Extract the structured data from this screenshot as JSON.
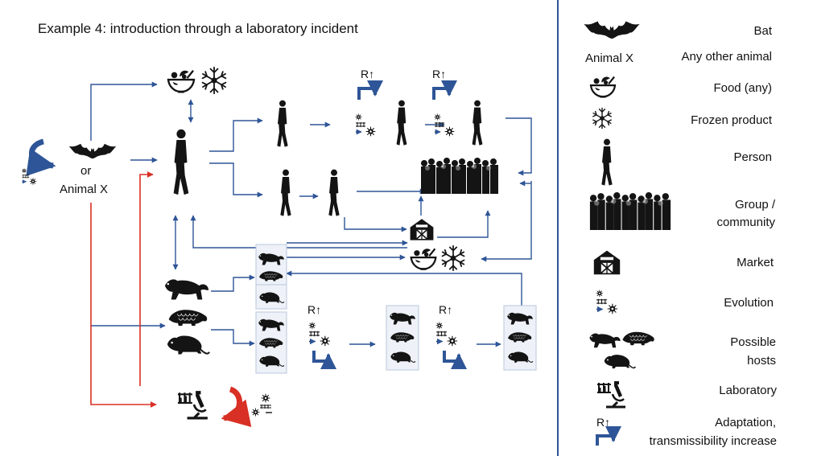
{
  "title": "Example 4: introduction through a laboratory incident",
  "source_labels": {
    "or": "or",
    "animal_x": "Animal X"
  },
  "adaptation_label": "R↑",
  "legend": {
    "bat": "Bat",
    "animal_x_caption": "Animal X",
    "any_other_animal": "Any other animal",
    "food": "Food (any)",
    "frozen": "Frozen product",
    "person": "Person",
    "group_line1": "Group /",
    "group_line2": "community",
    "market": "Market",
    "evolution": "Evolution",
    "hosts_line1": "Possible",
    "hosts_line2": "hosts",
    "laboratory": "Laboratory",
    "adapt_line1": "Adaptation,",
    "adapt_line2": "transmissibility increase"
  },
  "colors": {
    "arrow_blue": "#2e5597",
    "arrow_red": "#d93025",
    "divider": "#2e5597",
    "silhouette": "#141414"
  },
  "icons": [
    "bat-icon",
    "person-icon",
    "crowd-icon",
    "market-icon",
    "food-bowl-icon",
    "snowflake-icon",
    "evolution-icon",
    "marten-icon",
    "pangolin-icon",
    "rat-icon",
    "laboratory-icon",
    "curved-arrow-icon"
  ]
}
